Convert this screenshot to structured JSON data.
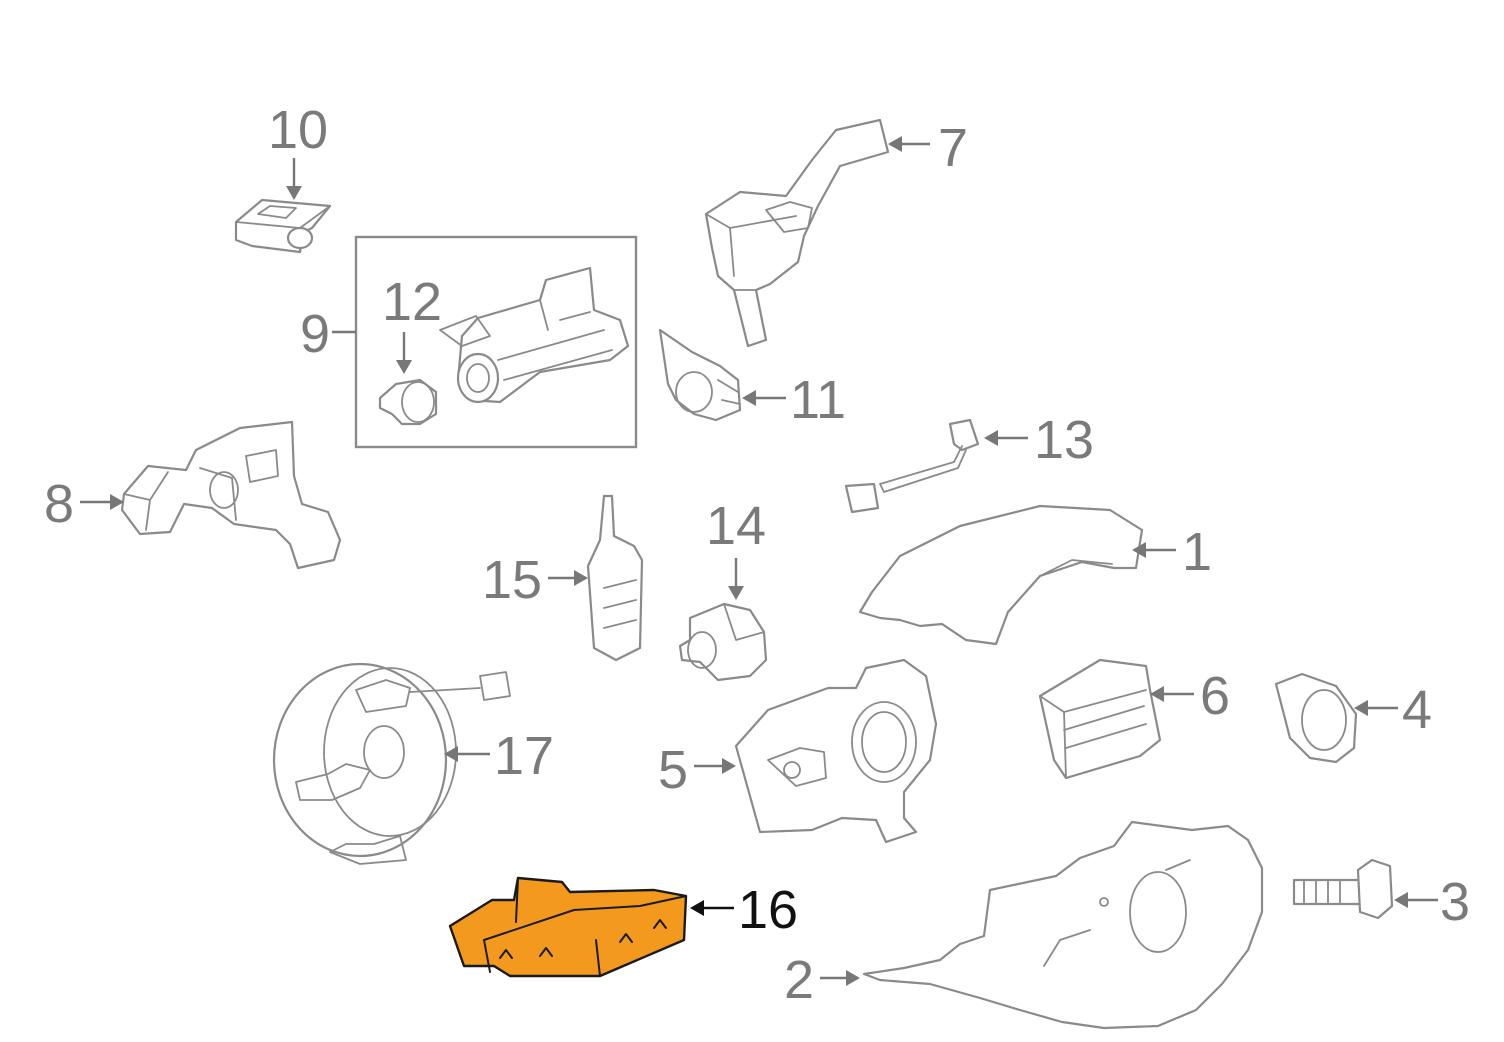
{
  "diagram": {
    "highlight_color": "#f39a1e",
    "line_color": "#8a8a8a",
    "callouts": {
      "c1": "1",
      "c2": "2",
      "c3": "3",
      "c4": "4",
      "c5": "5",
      "c6": "6",
      "c7": "7",
      "c8": "8",
      "c9": "9",
      "c10": "10",
      "c11": "11",
      "c12": "12",
      "c13": "13",
      "c14": "14",
      "c15": "15",
      "c16": "16",
      "c17": "17"
    },
    "highlighted_part": "16"
  }
}
